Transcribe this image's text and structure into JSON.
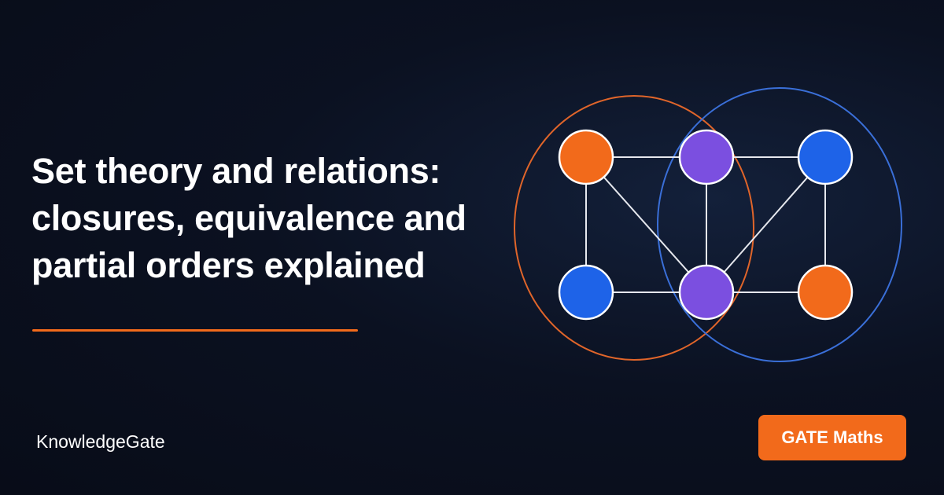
{
  "headline": {
    "line1": "Set theory and relations:",
    "line2": "closures, equivalence and",
    "line3": "partial orders explained"
  },
  "brand": "KnowledgeGate",
  "tag": "GATE Maths",
  "colors": {
    "accent": "#f26a1b",
    "orange_node": "#f26a1b",
    "purple_node": "#7b4fe0",
    "blue_node": "#1e63e8",
    "orange_set": "#e0652a",
    "blue_set": "#3a6fd8"
  },
  "diagram": {
    "nodes": [
      {
        "id": "n1",
        "color": "orange"
      },
      {
        "id": "n2",
        "color": "purple"
      },
      {
        "id": "n3",
        "color": "blue"
      },
      {
        "id": "n4",
        "color": "blue"
      },
      {
        "id": "n5",
        "color": "purple"
      },
      {
        "id": "n6",
        "color": "orange"
      }
    ],
    "edges": [
      [
        "n1",
        "n2"
      ],
      [
        "n2",
        "n3"
      ],
      [
        "n1",
        "n4"
      ],
      [
        "n1",
        "n5"
      ],
      [
        "n2",
        "n5"
      ],
      [
        "n3",
        "n5"
      ],
      [
        "n3",
        "n6"
      ],
      [
        "n4",
        "n5"
      ],
      [
        "n5",
        "n6"
      ]
    ],
    "sets": [
      {
        "id": "set-a",
        "color": "orange"
      },
      {
        "id": "set-b",
        "color": "blue"
      }
    ]
  }
}
